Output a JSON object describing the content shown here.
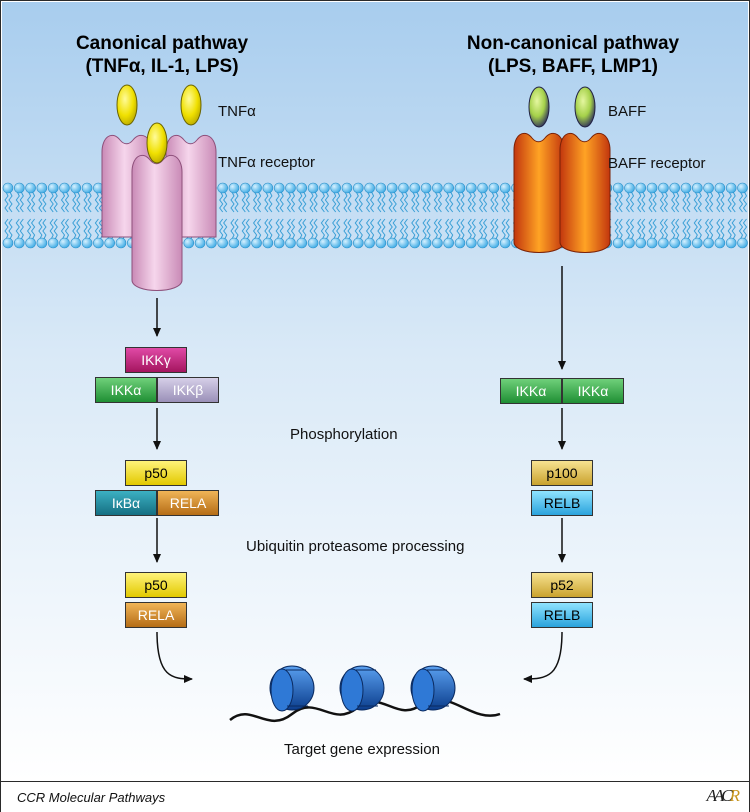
{
  "titles": {
    "canonical_line1": "Canonical pathway",
    "canonical_line2": "(TNFα, IL-1, LPS)",
    "noncanonical_line1": "Non-canonical pathway",
    "noncanonical_line2": "(LPS, BAFF, LMP1)"
  },
  "ligands": {
    "left_ligand": "TNFα",
    "left_receptor": "TNFα receptor",
    "right_ligand": "BAFF",
    "right_receptor": "BAFF receptor"
  },
  "left": {
    "ikk_gamma": "IKKγ",
    "ikk_alpha": "IKKα",
    "ikk_beta": "IKKβ",
    "p50_top": "p50",
    "ikb_alpha": "IκBα",
    "rela_top": "RELA",
    "p50_bottom": "p50",
    "rela_bottom": "RELA"
  },
  "right": {
    "ikk_alpha_1": "IKKα",
    "ikk_alpha_2": "IKKα",
    "p100": "p100",
    "relb_top": "RELB",
    "p52": "p52",
    "relb_bottom": "RELB"
  },
  "process_labels": {
    "phosphorylation": "Phosphorylation",
    "ubiquitin": "Ubiquitin proteasome processing",
    "target": "Target gene expression"
  },
  "footer": {
    "caption": "CCR Molecular Pathways",
    "logo_a": "AAC",
    "logo_r": "R"
  },
  "colors": {
    "membrane": "#48b4e8",
    "tnf_receptor": "#e7b4d6",
    "baff_receptor": "#f07d12",
    "ligand": "#f0e000",
    "nucleosome": "#1d5fc0"
  }
}
